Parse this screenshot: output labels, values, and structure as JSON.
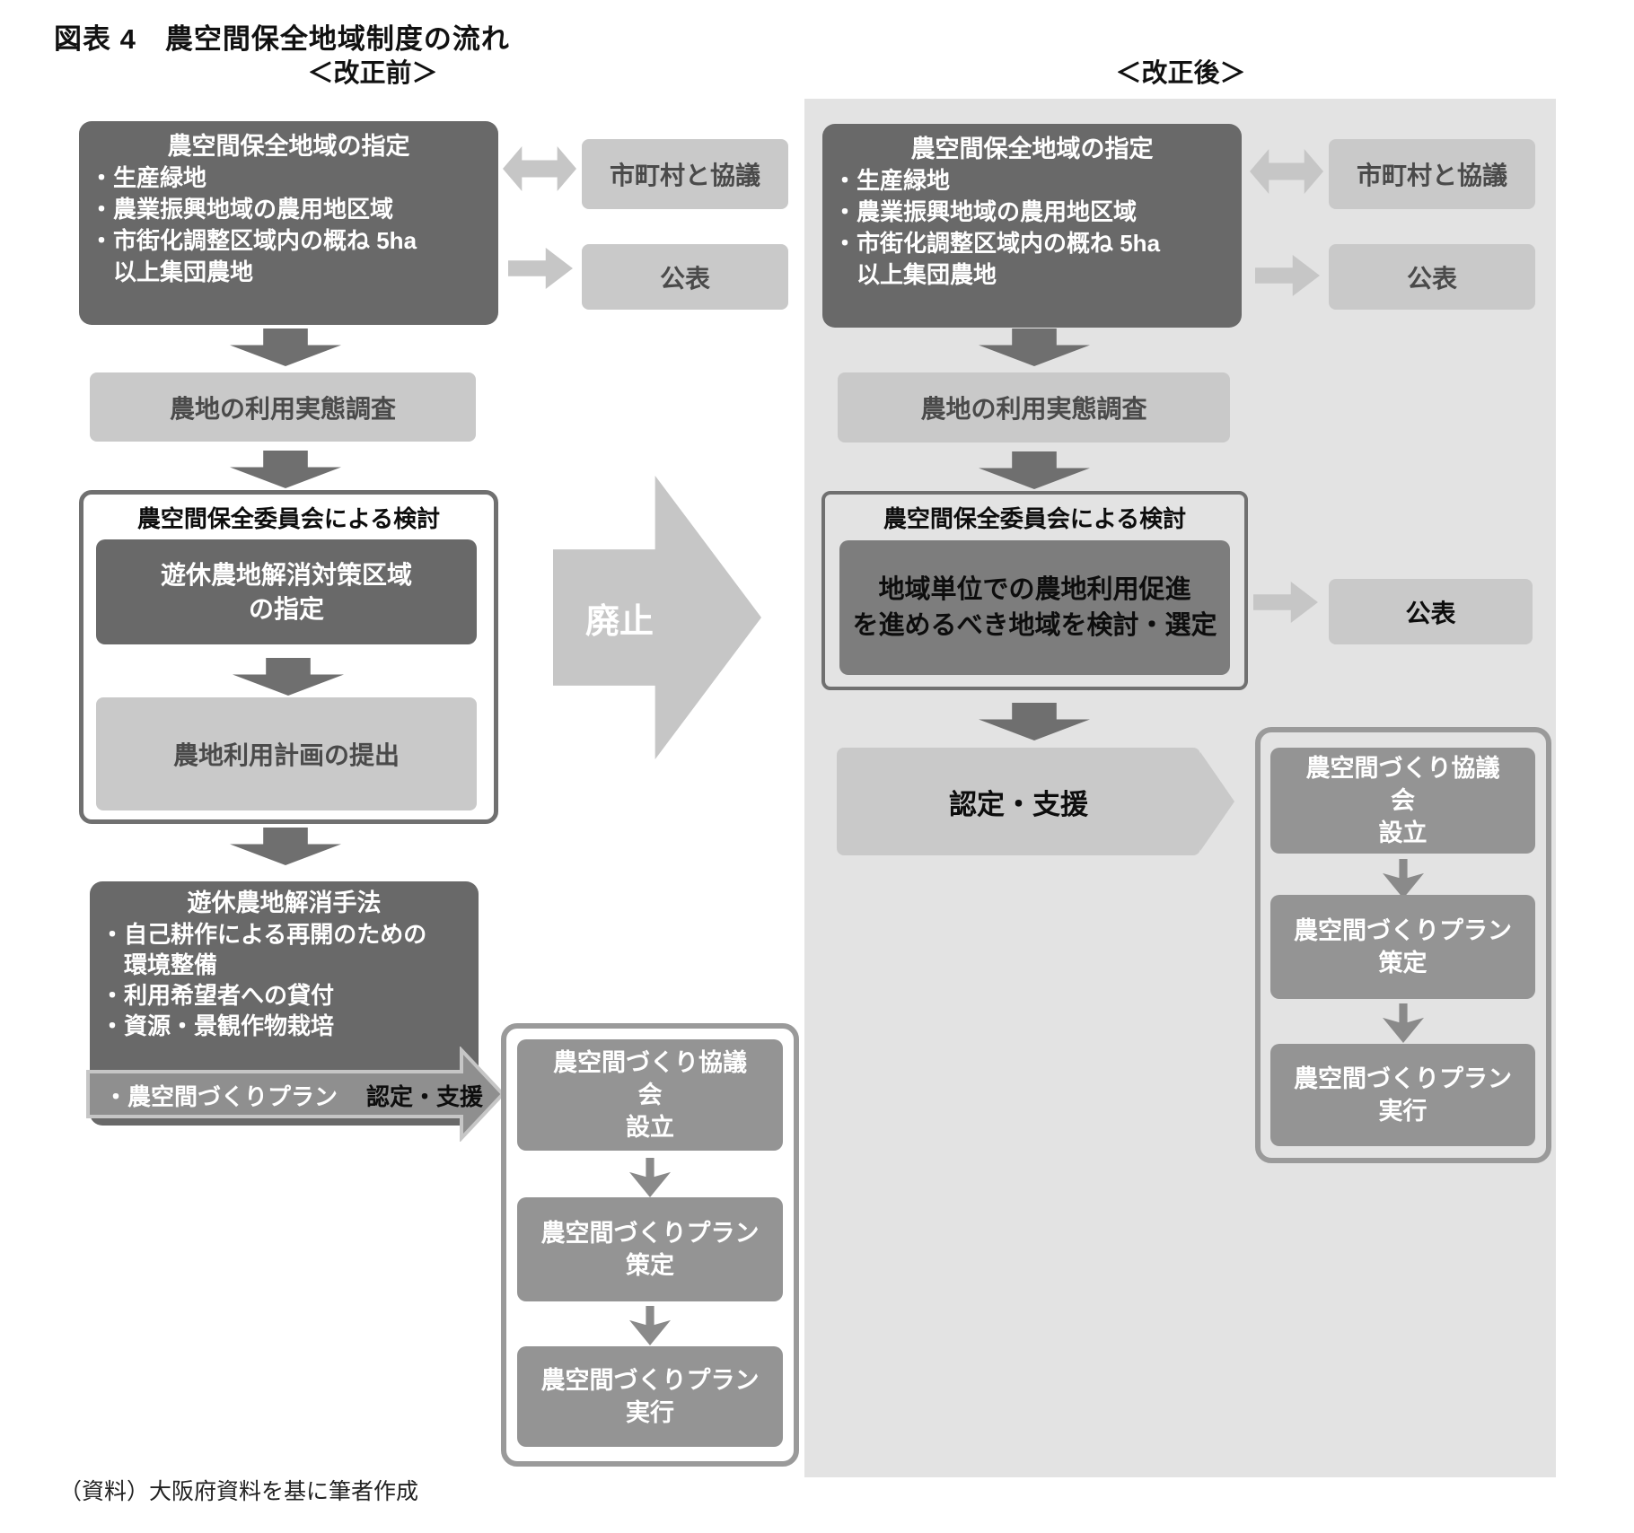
{
  "title": "図表 4　農空間保全地域制度の流れ",
  "colors": {
    "dark_box": "#696969",
    "light_box": "#c9c9c9",
    "mid_box": "#949494",
    "panel_background": "#e3e3e3",
    "block_arrow": "#6f6f6f",
    "light_arrow": "#c6c6c6"
  },
  "section_before": {
    "header": "＜改正前＞",
    "designation_box": {
      "title": "農空間保全地域の指定",
      "line1": "・生産緑地",
      "line2": "・農業振興地域の農用地区域",
      "line3": "・市街化調整区域内の概ね 5ha",
      "line4": "　以上集団農地"
    },
    "consult_box": "市町村と協議",
    "publish_box": "公表",
    "survey_box": "農地の利用実態調査",
    "committee": {
      "header": "農空間保全委員会による検討",
      "zone_box": "遊休農地解消対策区域\nの指定",
      "plan_box": "農地利用計画の提出"
    },
    "methods_box": {
      "title": "遊休農地解消手法",
      "line1": "・自己耕作による再開のための",
      "line2": "　環境整備",
      "line3": "・利用希望者への貸付",
      "line4": "・資源・景観作物栽培",
      "plan_line": "・農空間づくりプラン",
      "support_label": "認定・支援"
    },
    "abolish_label": "廃止",
    "plan_flow": {
      "step1": "農空間づくり協議\n会\n設立",
      "step2": "農空間づくりプラン\n策定",
      "step3": "農空間づくりプラン\n実行"
    }
  },
  "section_after": {
    "header": "＜改正後＞",
    "designation_box": {
      "title": "農空間保全地域の指定",
      "line1": "・生産緑地",
      "line2": "・農業振興地域の農用地区域",
      "line3": "・市街化調整区域内の概ね 5ha",
      "line4": "　以上集団農地"
    },
    "consult_box": "市町村と協議",
    "publish_box": "公表",
    "survey_box": "農地の利用実態調査",
    "committee": {
      "header": "農空間保全委員会による検討",
      "study_box": "地域単位での農地利用促進\nを進めるべき地域を検討・選定"
    },
    "publish_box2": "公表",
    "support_box": "認定・支援",
    "plan_flow": {
      "step1": "農空間づくり協議\n会\n設立",
      "step2": "農空間づくりプラン\n策定",
      "step3": "農空間づくりプラン\n実行"
    }
  },
  "footer": "（資料）大阪府資料を基に筆者作成"
}
